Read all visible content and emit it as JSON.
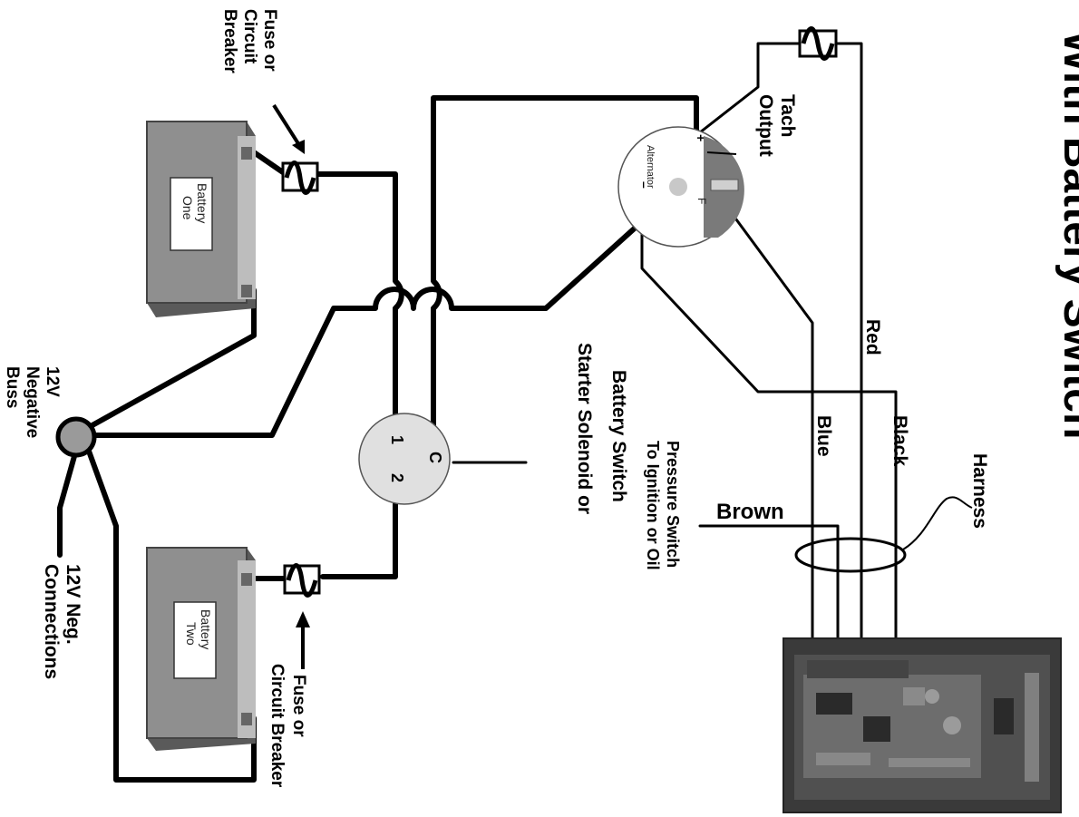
{
  "title": "With Battery Switch",
  "labels": {
    "fuse_top_lines": [
      "Fuse or",
      "Circuit",
      "Breaker"
    ],
    "fuse_bottom_lines": [
      "Fuse or",
      "Circuit Breaker"
    ],
    "battery_one_lines": [
      "Battery",
      "One"
    ],
    "battery_two_lines": [
      "Battery",
      "Two"
    ],
    "negative_buss_lines": [
      "12V",
      "Negative",
      "Buss"
    ],
    "neg_connections_lines": [
      "12V Neg.",
      "Connections"
    ],
    "solenoid_lines": [
      "Starter Solenoid or",
      "Battery Switch"
    ],
    "solenoid_terminal_c": "C",
    "solenoid_terminal_1": "1",
    "solenoid_terminal_2": "2",
    "alternator": "Alternator",
    "alternator_plus": "+",
    "alternator_f": "F",
    "alternator_minus": "–",
    "tach_output_lines": [
      "Tach",
      "Output"
    ],
    "ignition_lines": [
      "To Ignition or Oil",
      "Pressure Switch"
    ],
    "brown": "Brown",
    "red": "Red",
    "blue": "Blue",
    "black": "Black",
    "harness": "Harness"
  }
}
